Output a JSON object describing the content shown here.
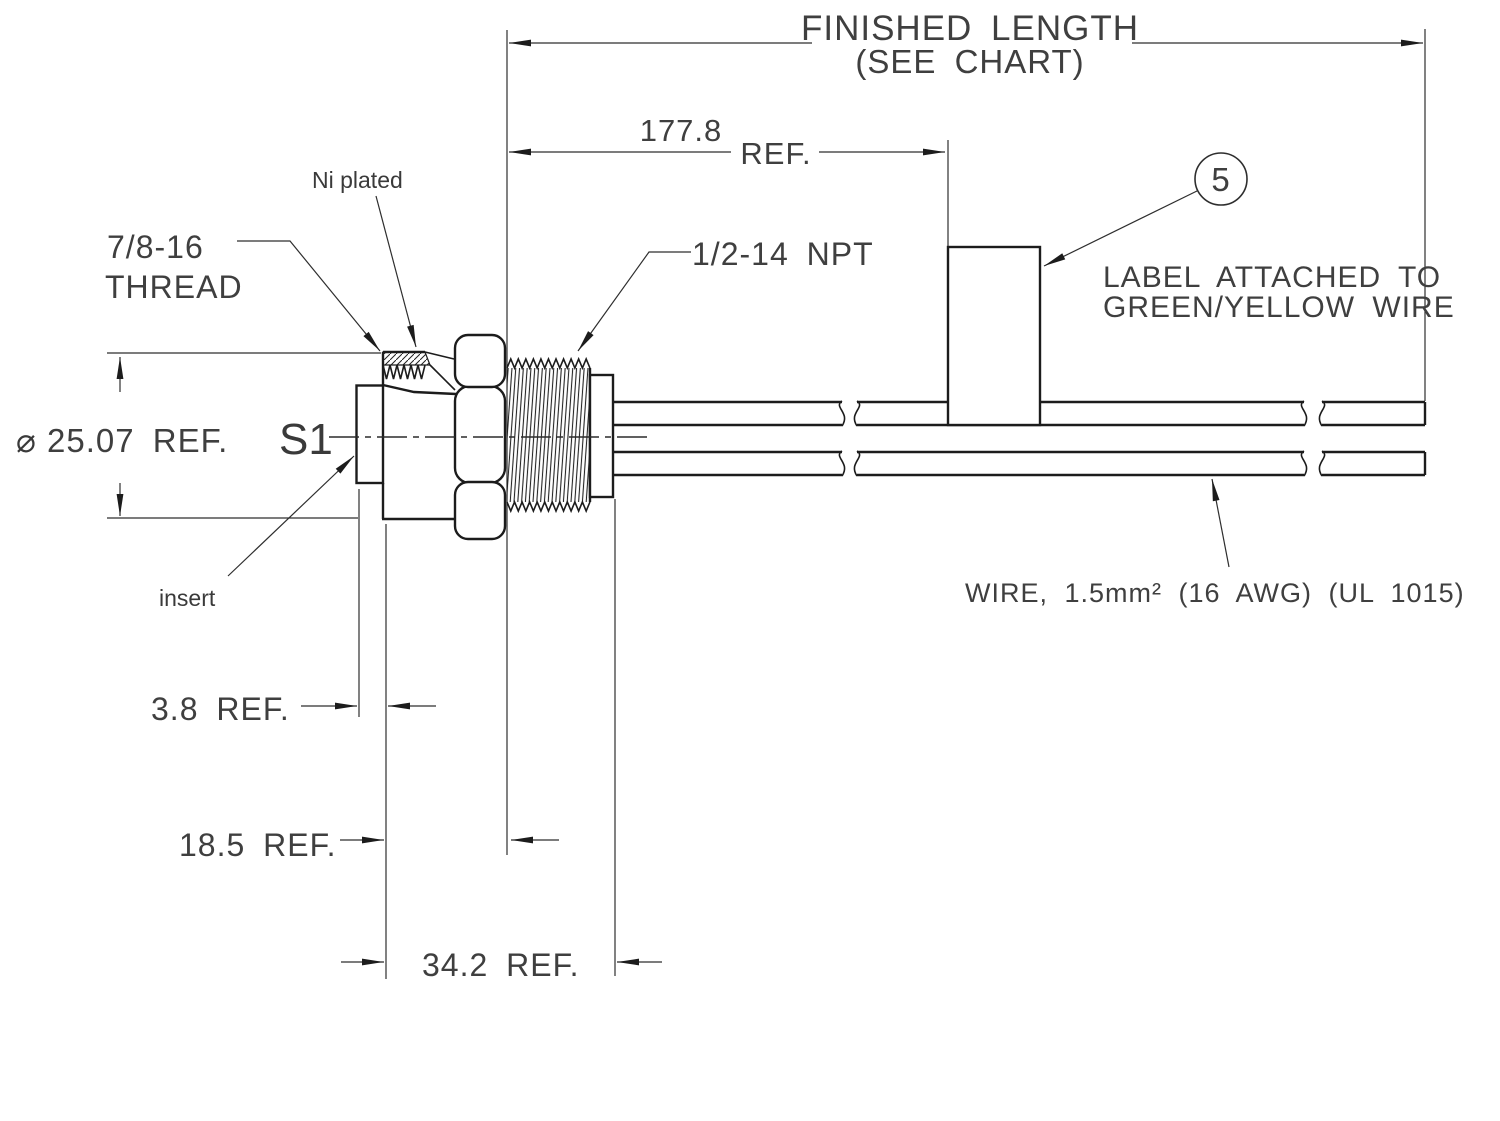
{
  "colors": {
    "object_line": "#1c1c1c",
    "thin_line": "#2e2e2e",
    "text": "#3f3f3f",
    "background": "#ffffff"
  },
  "dimensions": {
    "finished_length": {
      "title": "FINISHED LENGTH",
      "subtitle": "(SEE CHART)"
    },
    "lead_length": {
      "value": "177.8",
      "ref": "REF."
    },
    "body_diameter": {
      "symbol": "⌀",
      "value": "25.07 REF."
    },
    "insert_depth": "3.8 REF.",
    "thread_back_length": "18.5 REF.",
    "fitting_length": "34.2 REF."
  },
  "callouts": {
    "plating": "Ni plated",
    "mount_thread": {
      "line1": "7/8-16",
      "line2": "THREAD"
    },
    "conduit_thread": "1/2-14 NPT",
    "section": "S1",
    "insert": "insert",
    "balloon_number": "5",
    "label_note": {
      "line1": "LABEL ATTACHED TO",
      "line2": "GREEN/YELLOW WIRE"
    },
    "wire_spec": "WIRE, 1.5mm² (16 AWG) (UL 1015)"
  }
}
